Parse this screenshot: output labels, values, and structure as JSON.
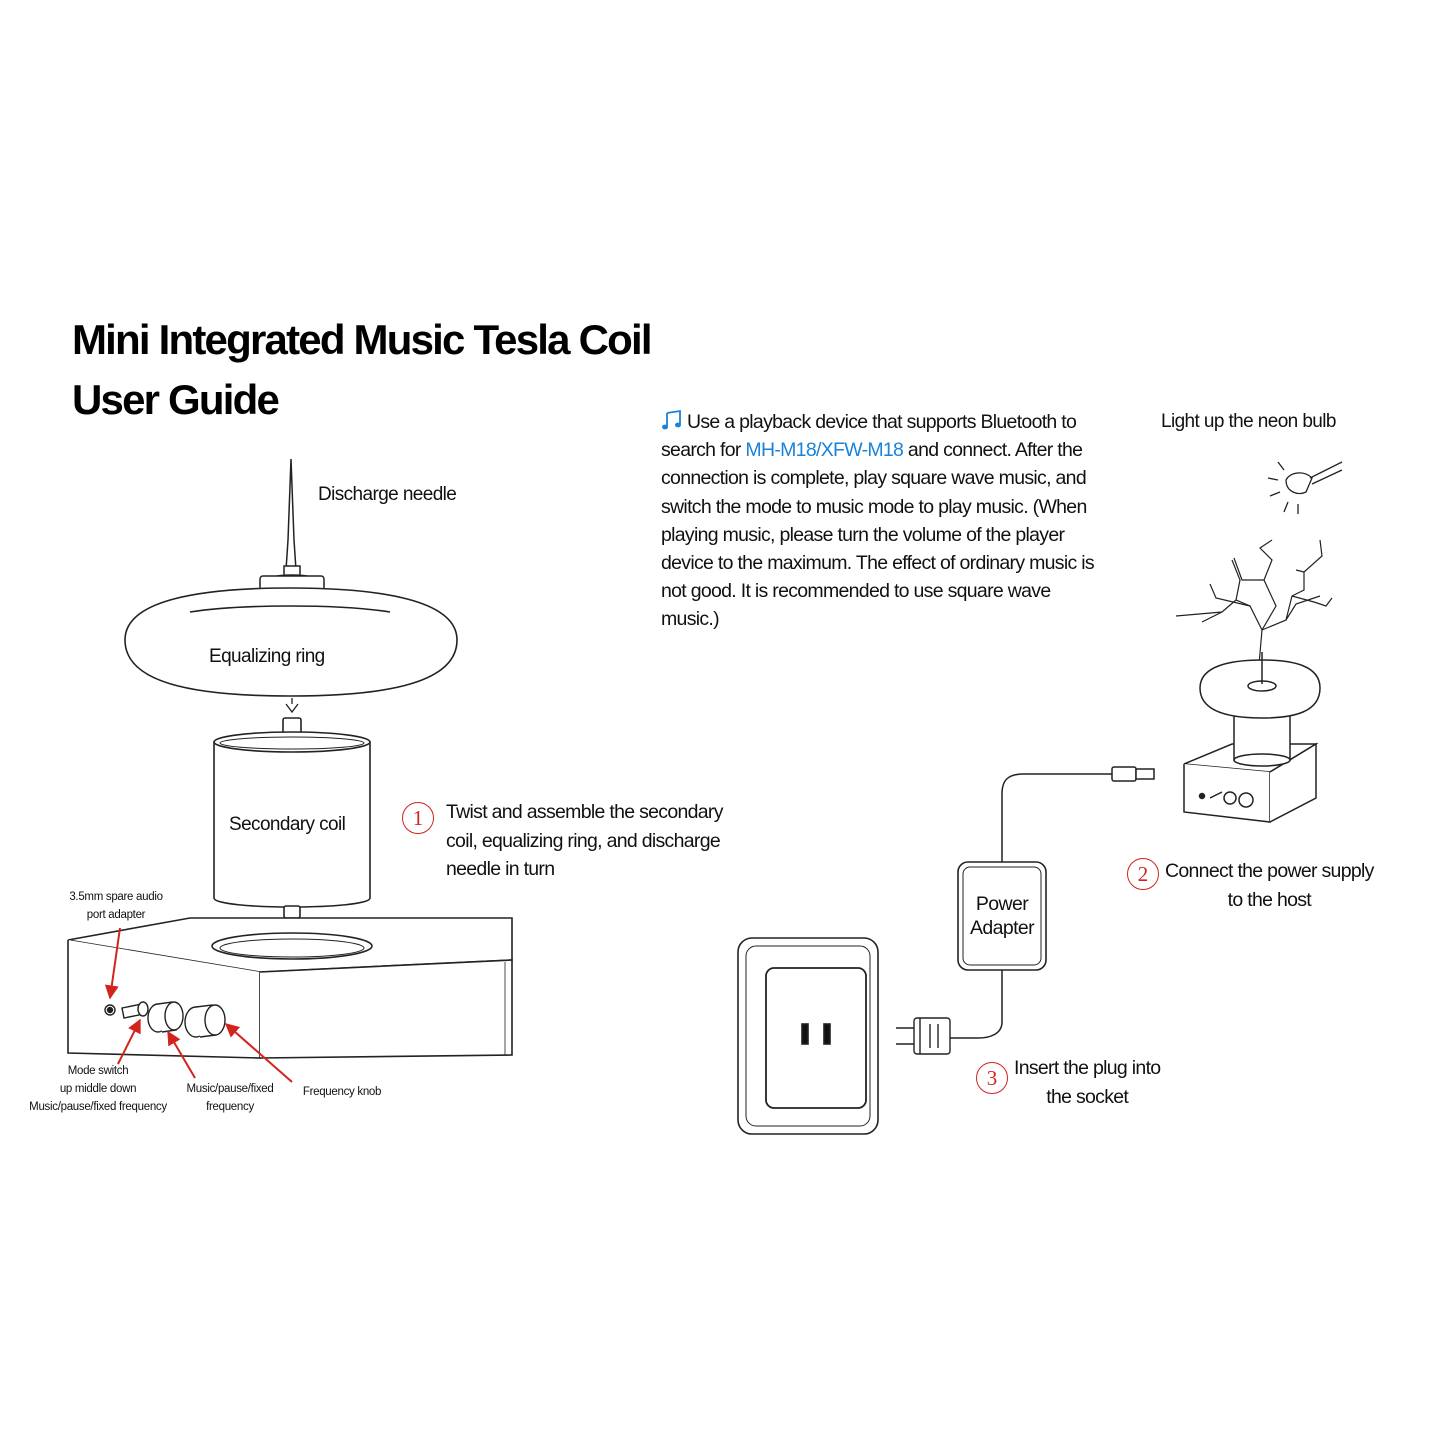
{
  "title": {
    "line1": "Mini Integrated Music Tesla Coil",
    "line2": "User Guide"
  },
  "colors": {
    "accent": "#1a82d8",
    "callout_arrow": "#d2231c",
    "line_art": "#222222"
  },
  "parts": {
    "discharge_needle": "Discharge needle",
    "equalizing_ring": "Equalizing ring",
    "secondary_coil": "Secondary coil",
    "audio_adapter": [
      "3.5mm spare audio",
      "port adapter"
    ],
    "mode_switch": [
      "Mode switch",
      "up middle down",
      "Music/pause/fixed frequency"
    ],
    "music_pause_fixed": [
      "Music/pause/fixed",
      "frequency"
    ],
    "frequency_knob": "Frequency knob"
  },
  "bluetooth": {
    "icon": "music-note-icon",
    "text_before": "Use a playback device that supports Bluetooth to search for ",
    "device_name": "MH-M18/XFW-M18",
    "text_after": " and connect. After the connection is complete, play square wave music, and switch the mode to music mode to play music. (When playing music, please turn the volume of the player device to the maximum. The effect of ordinary music is not good. It is recommended to use square wave music.)"
  },
  "neon": {
    "label": "Light up the neon bulb"
  },
  "steps": [
    {
      "number": "1",
      "lines": [
        "Twist and assemble the secondary",
        "coil, equalizing ring, and discharge",
        "needle in turn"
      ]
    },
    {
      "number": "2",
      "lines": [
        "Connect the power supply",
        "to the host"
      ]
    },
    {
      "number": "3",
      "lines": [
        "Insert the plug into",
        "the socket"
      ]
    }
  ],
  "power_adapter": {
    "lines": [
      "Power",
      "Adapter"
    ]
  }
}
